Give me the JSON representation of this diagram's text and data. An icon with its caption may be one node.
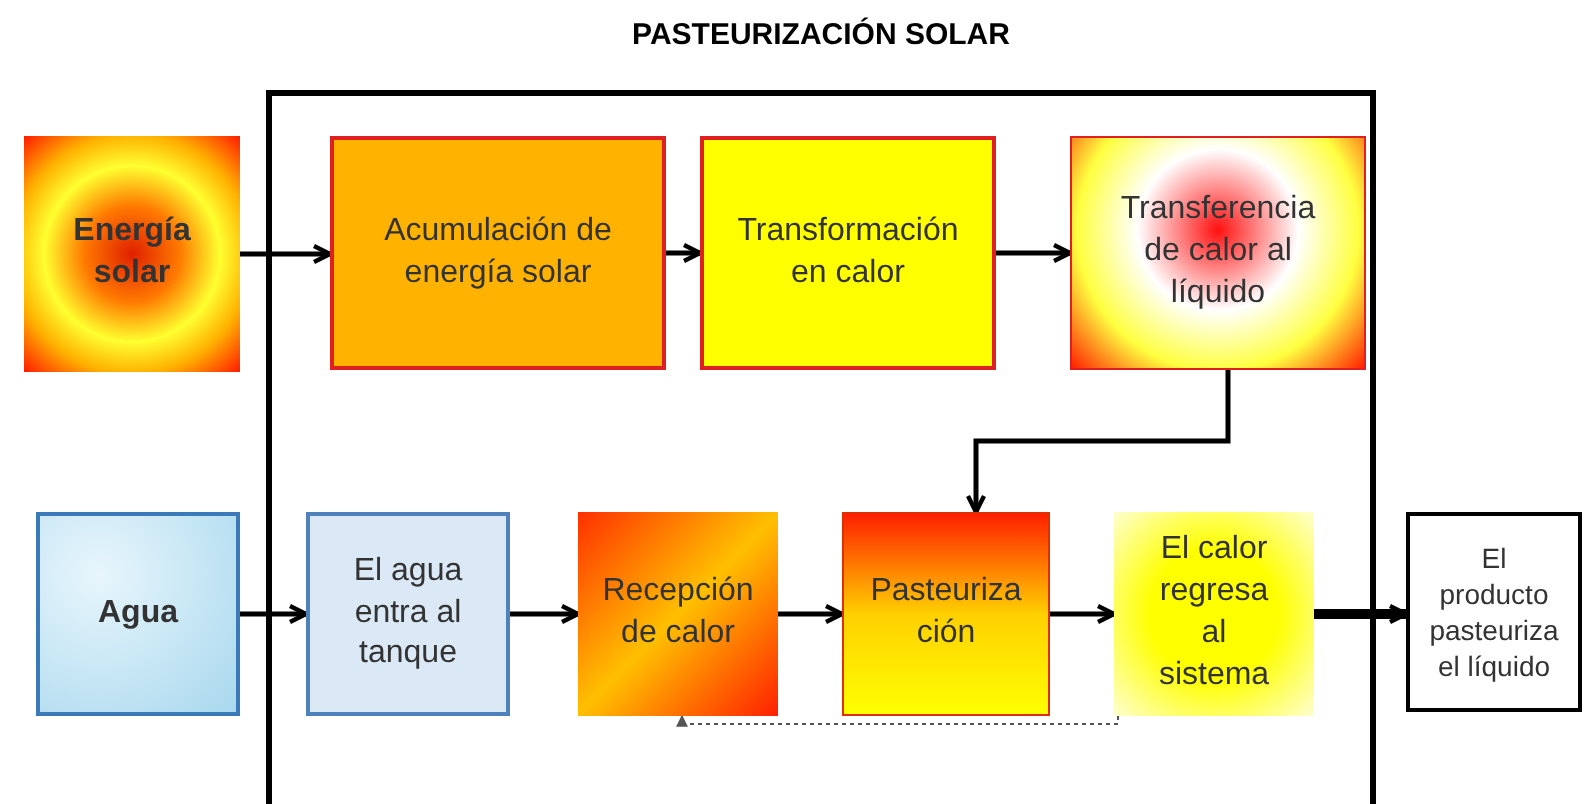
{
  "diagram": {
    "nodes": [
      {
        "text": [
          "PASTEURIZACIÓN SOLAR"
        ]
      },
      {
        "text": [
          "Energía solar"
        ]
      },
      {
        "text": [
          "Acumulación de energía solar"
        ],
        "in": 0
      },
      {
        "text": [
          "Transformación en calor"
        ],
        "in": 0
      },
      {
        "text": [
          "Transferencia de calor al líquido"
        ],
        "in": 0
      },
      {
        "text": [
          "Agua"
        ]
      },
      {
        "text": [
          "El agua entra al tanque"
        ],
        "in": 0
      },
      {
        "text": [
          "Recepción de calor"
        ],
        "in": 0
      },
      {
        "text": [
          "Pasteuriza ción"
        ],
        "in": 0
      },
      {
        "text": [
          "El calor regresa al sistema"
        ],
        "in": 0
      },
      {
        "text": [
          "El producto pasteuriza el líquido"
        ]
      }
    ],
    "edges": [
      {
        "from": 1,
        "to": 2,
        "arrow": "to"
      },
      {
        "from": 2,
        "to": 3,
        "arrow": "to"
      },
      {
        "from": 3,
        "to": 4,
        "arrow": "to"
      },
      {
        "from": 4,
        "to": 8,
        "arrow": "to"
      },
      {
        "from": 5,
        "to": 6,
        "arrow": "to"
      },
      {
        "from": 6,
        "to": 7,
        "arrow": "to"
      },
      {
        "from": 7,
        "to": 8,
        "arrow": "to"
      },
      {
        "from": 8,
        "to": 9,
        "arrow": "to"
      },
      {
        "from": 9,
        "to": 10,
        "arrow": "to",
        "style": "thick"
      },
      {
        "from": 9,
        "to": 7,
        "arrow": "to",
        "style": "dashed"
      }
    ]
  }
}
